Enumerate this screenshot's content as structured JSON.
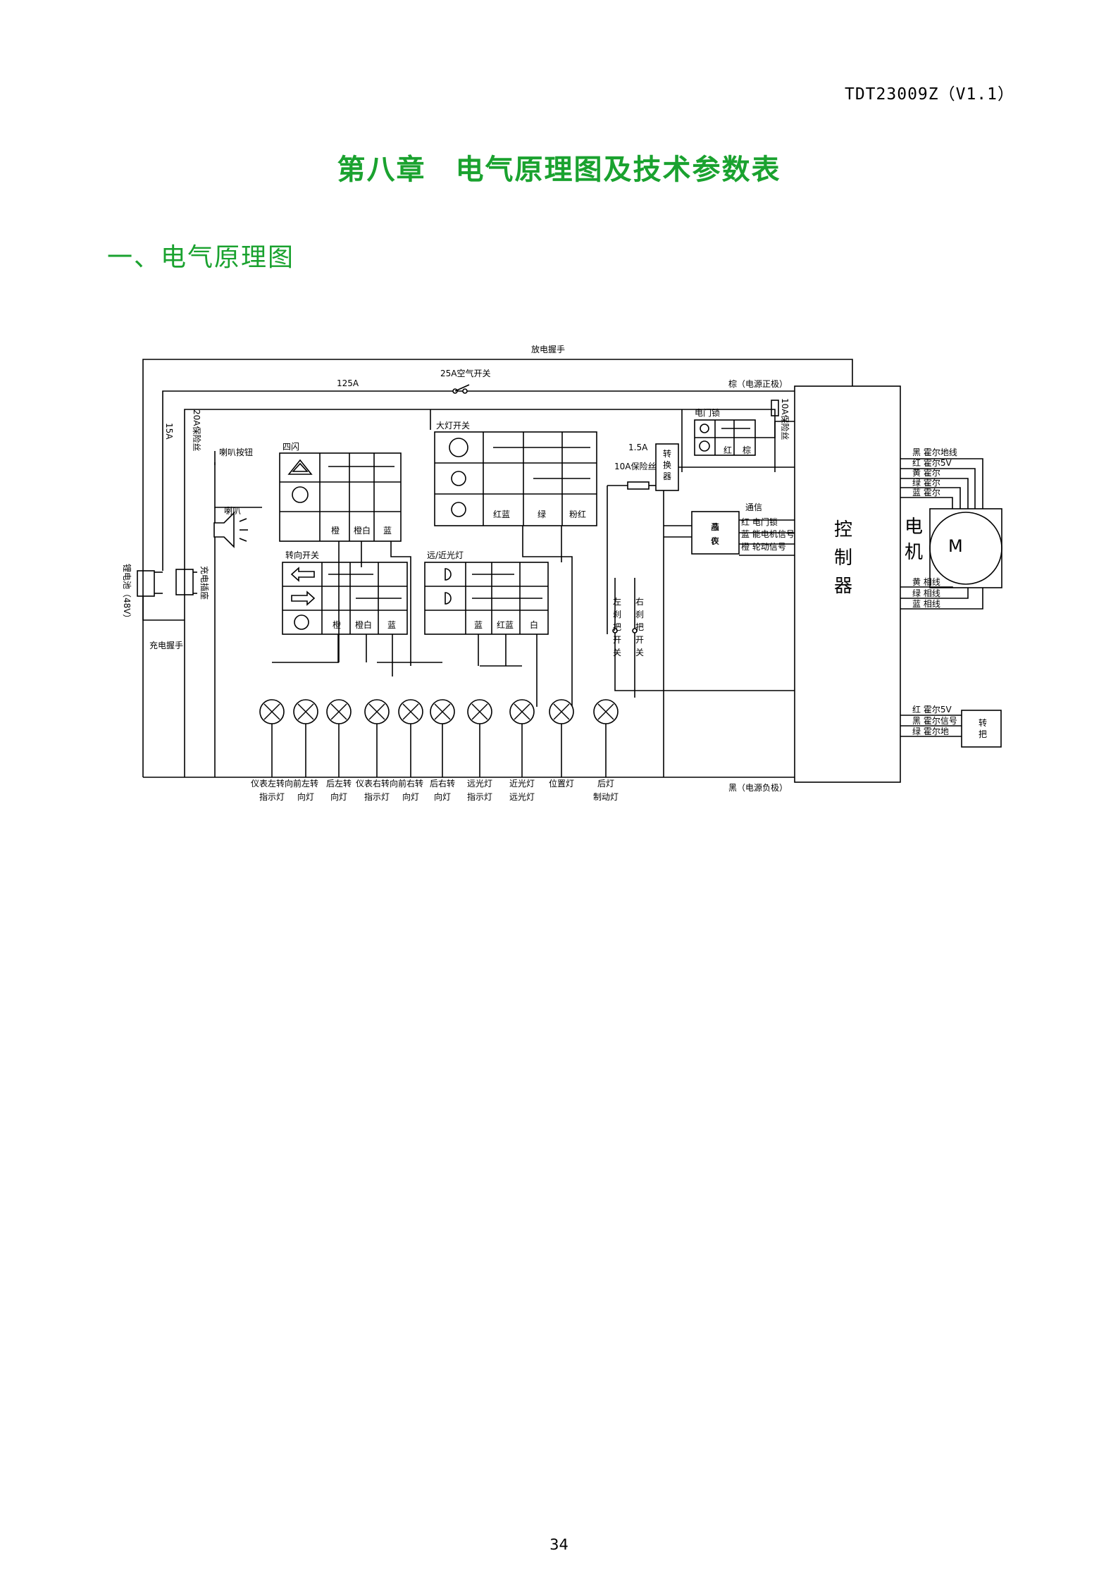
{
  "header": {
    "doc_id": "TDT23009Z（V1.1）"
  },
  "chapter_title": "第八章　电气原理图及技术参数表",
  "section_title": "一、电气原理图",
  "page_number": "34",
  "diagram": {
    "top_wire": "放电握手",
    "air_switch": "25A空气开关",
    "current_25a": "125A",
    "brown_label": "棕（电源正极）",
    "black_label": "黑（电源负极）",
    "fuse_20a": "20A保险丝",
    "current_15a": "15A",
    "horn_button": "喇叭按钮",
    "horn": "喇叭",
    "battery": "锂电池（48V）",
    "charge_socket": "充电插座",
    "charge_handshake": "充电握手",
    "hazard": {
      "title": "四闪",
      "wires": [
        "橙",
        "橙白",
        "蓝"
      ]
    },
    "headlight": {
      "title": "大灯开关",
      "wires": [
        "红蓝",
        "绿",
        "粉红"
      ]
    },
    "turn": {
      "title": "转向开关",
      "wires": [
        "橙",
        "橙白",
        "蓝"
      ]
    },
    "beam": {
      "title": "远/近光灯",
      "wires": [
        "蓝",
        "红蓝",
        "白"
      ]
    },
    "door_lock": {
      "title": "电门锁",
      "wires": [
        "红",
        "棕"
      ]
    },
    "fuse_10a_vertical": "10A保险丝",
    "fuse_10a": "10A保险丝",
    "current_15a_b": "1.5A",
    "converter": "转换器",
    "lcd": "液晶仪表",
    "comm": "通信",
    "lcd_wires": [
      "红 电门锁",
      "蓝 能电机信号",
      "橙 轮动信号"
    ],
    "left_brake": "左刹把开关",
    "right_brake": "右刹把开关",
    "controller": "控制器",
    "motor": "电机",
    "motor_symbol": "M",
    "hall_wires": [
      "黑 霍尔地线",
      "红 霍尔5V",
      "黄 霍尔",
      "绿 霍尔",
      "蓝 霍尔"
    ],
    "phase_wires": [
      "黄 相线",
      "绿 相线",
      "蓝 相线"
    ],
    "throttle_wires": [
      "红 霍尔5V",
      "黑 霍尔信号",
      "绿 霍尔地"
    ],
    "throttle": "转把",
    "lamps": [
      {
        "l1": "仪表左转向",
        "l2": "指示灯"
      },
      {
        "l1": "前左转",
        "l2": "向灯"
      },
      {
        "l1": "后左转",
        "l2": "向灯"
      },
      {
        "l1": "仪表右转向",
        "l2": "指示灯"
      },
      {
        "l1": "前右转",
        "l2": "向灯"
      },
      {
        "l1": "后右转",
        "l2": "向灯"
      },
      {
        "l1": "远光灯",
        "l2": "指示灯"
      },
      {
        "l1": "近光灯",
        "l2": "远光灯"
      },
      {
        "l1": "位置灯",
        "l2": ""
      },
      {
        "l1": "后灯",
        "l2": "制动灯"
      }
    ]
  }
}
